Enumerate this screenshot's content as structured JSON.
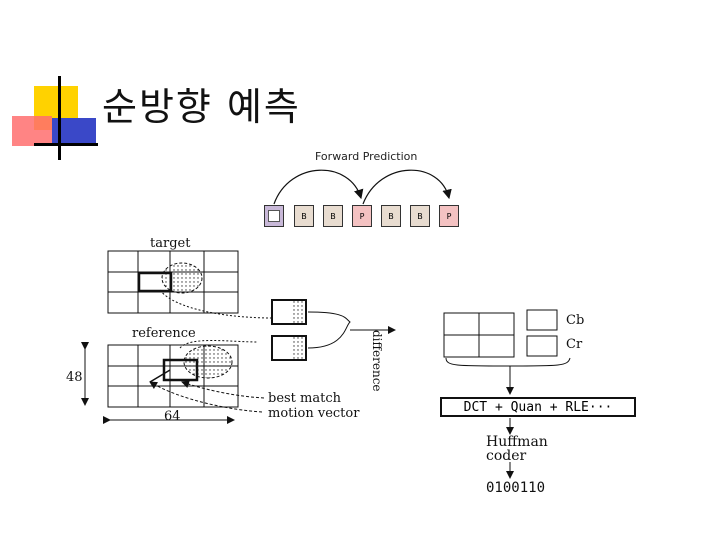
{
  "title": "순방향 예측",
  "forward_prediction_label": "Forward Prediction",
  "frames": [
    {
      "label": "",
      "kind": "I",
      "color": "#c8b8d8"
    },
    {
      "label": "B",
      "kind": "B",
      "color": "#e8dcd0"
    },
    {
      "label": "B",
      "kind": "B",
      "color": "#e8dcd0"
    },
    {
      "label": "P",
      "kind": "P",
      "color": "#f4c2c2"
    },
    {
      "label": "B",
      "kind": "B",
      "color": "#e8dcd0"
    },
    {
      "label": "B",
      "kind": "B",
      "color": "#e8dcd0"
    },
    {
      "label": "P",
      "kind": "P",
      "color": "#f4c2c2"
    }
  ],
  "labels": {
    "target": "target",
    "reference": "reference",
    "height": "48",
    "width": "64",
    "difference": "difference",
    "cb": "Cb",
    "cr": "Cr",
    "best_match": "best match",
    "motion_vector": "motion vector",
    "dct": "DCT + Quan + RLE···",
    "huffman": "Huffman",
    "coder": "coder",
    "bits": "0100110"
  }
}
